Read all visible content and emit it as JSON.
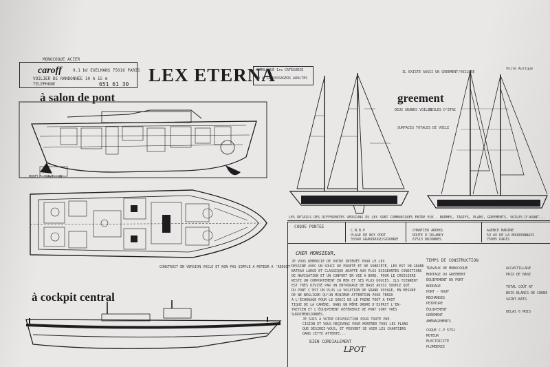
{
  "header": {
    "boat_name": "LEX ETERNA",
    "builder": "caroff",
    "builder_address": "9.1 bd EXELMANS 75016 PARIS",
    "phone_label": "TELEPHONE",
    "phone": "651 61 30",
    "top_note": "MONOCOQUE ACIER",
    "class_note": "HOMOLOGUÉ 1re CATÉGORIE",
    "capacity_note": "10 A 12 PASSAGERS ADULTES",
    "sail_note": "VOILIER DE RANDONNÉE 10 A 15 m"
  },
  "sections": {
    "salon": "à salon de pont",
    "cockpit": "à cockpit central",
    "gree": "greement"
  },
  "rig_notes": {
    "n1": "IL EXISTE AUSSI UN GREEMENT/VOILURE",
    "n2": "DEUX GRANDS VOILES",
    "n3": "VOILES D'ETAI",
    "n4": "SURFACES TOTALES DE VOILE",
    "n5": "Voile Aurique"
  },
  "table_header": "LES DETAILS DES DIFFERENTES VERSIONS DU LEX SONT COMMUNIQUÉS ENTRE EUX - NORMES, TARIFS, PLANS, GREEMENTS, VOILES D'AVANT...",
  "coque_label": "COQUE PONTEE",
  "columns": [
    {
      "name": "C.N.B.P",
      "l1": "PLAGE DE BOY PORT",
      "l2": "33340 GRAUDRUGE/GIRONDE"
    },
    {
      "name": "CHANTIER ARDHOL",
      "l1": "ROUTE D'IRLANDY",
      "l2": "67513 BRIONNES"
    },
    {
      "name": "AGENCE MARINE",
      "l1": "59 AV DE LA BOURDONNAIS",
      "l2": "75005 PARIS"
    }
  ],
  "letter": {
    "greeting": "CHER MONSIEUR,",
    "lines": [
      "JE VOUS REMERCIE DE VOTRE INTÉRÊT POUR LE LEX",
      "DESSINÉ AVEC UN SOUCI DE PURETÉ ET DE SOBRIÉTÉ, LEX EST UN GRAND",
      "BATEAU LARGE ET CLASSIQUE ADAPTÉ AUX PLUS EXIGEANTES CONDITIONS",
      "DE NAVIGATION ET UN CONFORT EN VIE A BORD, POUR LE CROISIERE",
      "RESTE UN COMPORTEMENT EN MER ET SES PLUS DOUCES. ILS TIENNENT",
      "EST TRÈS DIVISÉ PAR UN ENTOURAGE DE BASE AUSSI SOUPLE QUE",
      "DU PONT C'EST UN PLUS LA VOCATION DE GRAND VOYAGE, EN MESURE",
      "DE NE NÉGLIGER QU'UN MINIMUM ATTENTION POUR TENIR",
      "A L'ÉCHOUAGE POUR LE SOUCI DE LE FAIRE TOUT A FAIT",
      "TIQUE DE LA CARÈNE. DANS UN MÊME ORDRE D'ESPRIT L'EN-",
      "TRETIEN ET L'ÉQUIPEMENT RÉFÉRENCE DE PONT SONT TRÈS",
      "SURDIMENSIONNÉS."
    ],
    "closing": [
      "JE SUIS A VOTRE DISPOSITION POUR TOUTE PRÉ-",
      "CISION ET VOUS REÇEVRAI POUR MONTRER TOUS LES PLANS",
      "QUE DÉSIREZ-VOUS, ET PEUVENT SE VOIR LES CHANTIERS",
      "DANS CETTE ATTENTE..."
    ],
    "sign_off": "BIEN CORDIALEMENT",
    "signature": "LPOT"
  },
  "construction": {
    "title": "TEMPS DE CONSTRUCTION",
    "items": [
      "TRAVAUX DE MONOCOQUE",
      "MONTAGE DU GREEMENT",
      "ÉQUIPEMENT DU PONT",
      "BORDAGE",
      "PONT - ROUF",
      "RECHANGES",
      "PEINTURE",
      "ÉQUIPEMENT",
      "GRÉEMENT",
      "AMÉNAGEMENTS"
    ],
    "extra": [
      "COQUE C.P 5751",
      "MOTEUR",
      "ÉLECTRICITÉ",
      "PLOMBERIE"
    ]
  },
  "right_column": {
    "lines": [
      "ACCASTILLAGE",
      "PRIX DE BASE",
      "",
      "TOTAL COÛT AT",
      "BOIS BLANCS DE CHENE",
      "SAINT-BATS",
      "",
      "DELAI 6 MOIS"
    ]
  },
  "drawing_notes": {
    "inset": "MODÈLE 'PAVILLON'",
    "interior": "CONSTRUIT EN VERSION VOILE ET NON PAS SIMPLE A MOTEUR A 'REDUIT'"
  }
}
